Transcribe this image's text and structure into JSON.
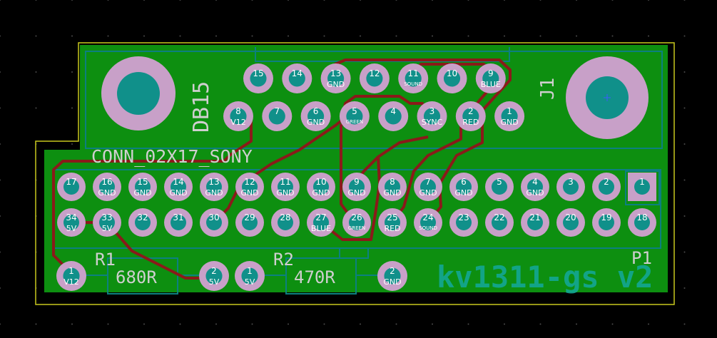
{
  "board": {
    "colors": {
      "background": "#000000",
      "grid": "#4a4a4a",
      "copper": "#0d8f10",
      "copper_dark": "#0a7a0d",
      "edge": "#c8c81e",
      "silkscreen": "#cfcfcf",
      "pad_ring": "#c8a0c8",
      "pad_drill": "#10908a",
      "trace": "#8a1a1a",
      "outline": "#0c8080"
    }
  },
  "j1": {
    "ref": "J1",
    "value": "DB15",
    "row_top": [
      {
        "num": "15",
        "net": ""
      },
      {
        "num": "14",
        "net": ""
      },
      {
        "num": "13",
        "net": "GND"
      },
      {
        "num": "12",
        "net": ""
      },
      {
        "num": "11",
        "net": "SOUND"
      },
      {
        "num": "10",
        "net": ""
      },
      {
        "num": "9",
        "net": "BLUE"
      }
    ],
    "row_bottom": [
      {
        "num": "8",
        "net": "V12"
      },
      {
        "num": "7",
        "net": ""
      },
      {
        "num": "6",
        "net": "GND"
      },
      {
        "num": "5",
        "net": "GREEN"
      },
      {
        "num": "4",
        "net": ""
      },
      {
        "num": "3",
        "net": "SYNC"
      },
      {
        "num": "2",
        "net": "RED"
      },
      {
        "num": "1",
        "net": "GND"
      }
    ]
  },
  "p1": {
    "ref": "P1",
    "value": "CONN_02X17_SONY",
    "row_top": [
      {
        "num": "17",
        "net": ""
      },
      {
        "num": "16",
        "net": "GND"
      },
      {
        "num": "15",
        "net": "GND"
      },
      {
        "num": "14",
        "net": "GND"
      },
      {
        "num": "13",
        "net": "GND"
      },
      {
        "num": "12",
        "net": "GND"
      },
      {
        "num": "11",
        "net": "GND"
      },
      {
        "num": "10",
        "net": "GND"
      },
      {
        "num": "9",
        "net": "GND"
      },
      {
        "num": "8",
        "net": "GND"
      },
      {
        "num": "7",
        "net": "GND"
      },
      {
        "num": "6",
        "net": "GND"
      },
      {
        "num": "5",
        "net": ""
      },
      {
        "num": "4",
        "net": "GND"
      },
      {
        "num": "3",
        "net": ""
      },
      {
        "num": "2",
        "net": ""
      },
      {
        "num": "1",
        "net": ""
      }
    ],
    "row_bottom": [
      {
        "num": "34",
        "net": "5V"
      },
      {
        "num": "33",
        "net": "5V"
      },
      {
        "num": "32",
        "net": ""
      },
      {
        "num": "31",
        "net": ""
      },
      {
        "num": "30",
        "net": ""
      },
      {
        "num": "29",
        "net": ""
      },
      {
        "num": "28",
        "net": ""
      },
      {
        "num": "27",
        "net": "BLUE"
      },
      {
        "num": "26",
        "net": "GREEN"
      },
      {
        "num": "25",
        "net": "RED"
      },
      {
        "num": "24",
        "net": "SOUND"
      },
      {
        "num": "23",
        "net": ""
      },
      {
        "num": "22",
        "net": ""
      },
      {
        "num": "21",
        "net": ""
      },
      {
        "num": "20",
        "net": ""
      },
      {
        "num": "19",
        "net": ""
      },
      {
        "num": "18",
        "net": ""
      }
    ]
  },
  "r1": {
    "ref": "R1",
    "value": "680R",
    "pin1": {
      "num": "1",
      "net": "V12"
    },
    "pin2": {
      "num": "2",
      "net": "5V"
    }
  },
  "r2": {
    "ref": "R2",
    "value": "470R",
    "pin1": {
      "num": "1",
      "net": "5V"
    },
    "pin2": {
      "num": "2",
      "net": "GND"
    }
  },
  "board_text": "kv1311-gs v2"
}
